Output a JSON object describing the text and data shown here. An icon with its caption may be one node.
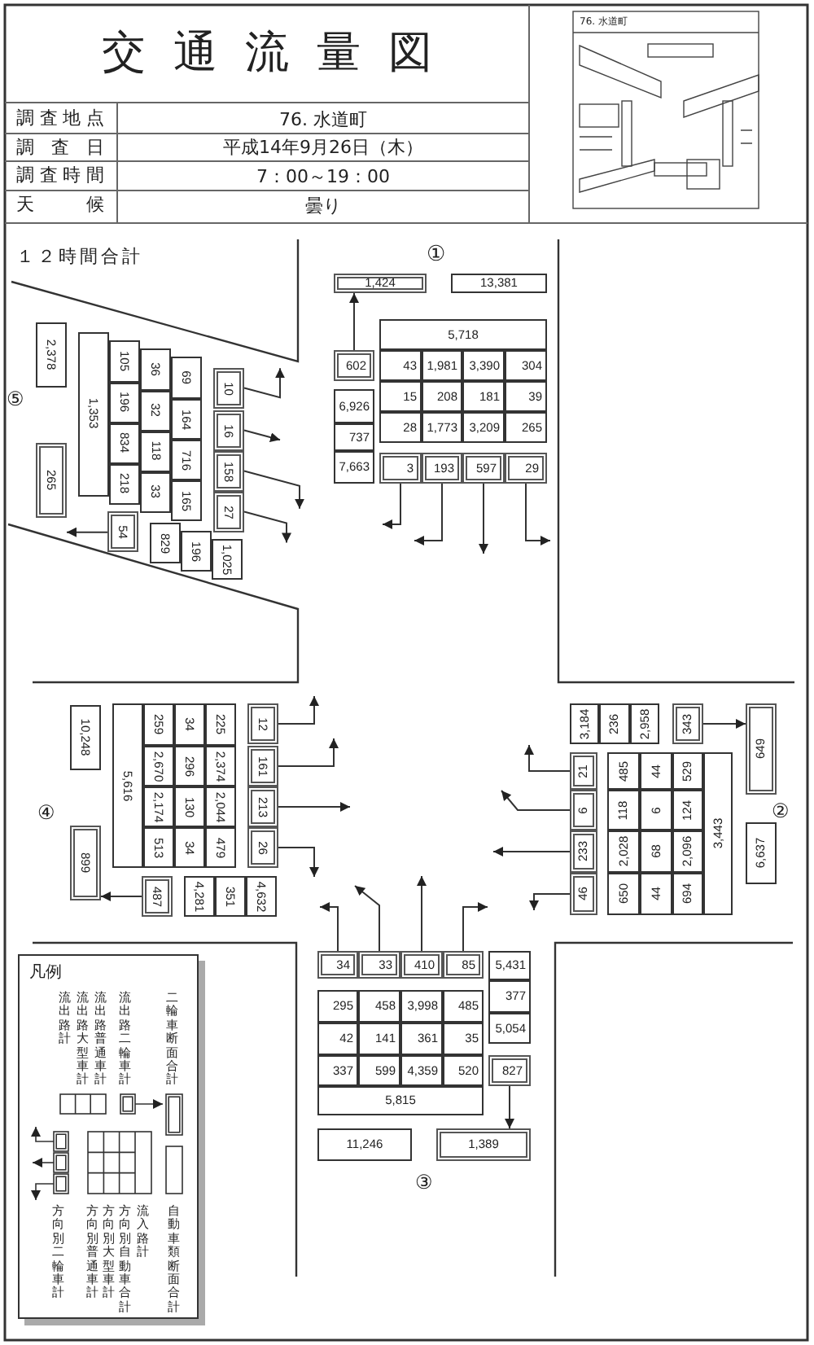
{
  "diagram": {
    "title": "交通流量図",
    "nodes": [
      {
        "text": [
          "1,424"
        ]
      },
      {
        "text": [
          "13,381"
        ]
      },
      {
        "text": [
          "5,718"
        ]
      },
      {
        "text": [
          "602"
        ]
      },
      {
        "text": [
          "43"
        ]
      },
      {
        "text": [
          "1,981"
        ]
      },
      {
        "text": [
          "3,390"
        ]
      },
      {
        "text": [
          "304"
        ]
      },
      {
        "text": [
          "6,926"
        ]
      },
      {
        "text": [
          "15"
        ]
      },
      {
        "text": [
          "208"
        ]
      },
      {
        "text": [
          "181"
        ]
      },
      {
        "text": [
          "39"
        ]
      },
      {
        "text": [
          "737"
        ]
      },
      {
        "text": [
          "28"
        ]
      },
      {
        "text": [
          "1,773"
        ]
      },
      {
        "text": [
          "3,209"
        ]
      },
      {
        "text": [
          "265"
        ]
      },
      {
        "text": [
          "7,663"
        ]
      },
      {
        "text": [
          "3"
        ]
      },
      {
        "text": [
          "193"
        ]
      },
      {
        "text": [
          "597"
        ]
      },
      {
        "text": [
          "29"
        ]
      },
      {
        "text": [
          "2,378"
        ]
      },
      {
        "text": [
          "1,353"
        ]
      },
      {
        "text": [
          "105"
        ]
      },
      {
        "text": [
          "36"
        ]
      },
      {
        "text": [
          "69"
        ]
      },
      {
        "text": [
          "10"
        ]
      },
      {
        "text": [
          "196"
        ]
      },
      {
        "text": [
          "32"
        ]
      },
      {
        "text": [
          "164"
        ]
      },
      {
        "text": [
          "16"
        ]
      },
      {
        "text": [
          "834"
        ]
      },
      {
        "text": [
          "118"
        ]
      },
      {
        "text": [
          "716"
        ]
      },
      {
        "text": [
          "158"
        ]
      },
      {
        "text": [
          "265"
        ]
      },
      {
        "text": [
          "218"
        ]
      },
      {
        "text": [
          "33"
        ]
      },
      {
        "text": [
          "165"
        ]
      },
      {
        "text": [
          "27"
        ]
      },
      {
        "text": [
          "54"
        ]
      },
      {
        "text": [
          "829"
        ]
      },
      {
        "text": [
          "196"
        ]
      },
      {
        "text": [
          "1,025"
        ]
      },
      {
        "text": [
          "10,248"
        ]
      },
      {
        "text": [
          "5,616"
        ]
      },
      {
        "text": [
          "259"
        ]
      },
      {
        "text": [
          "34"
        ]
      },
      {
        "text": [
          "225"
        ]
      },
      {
        "text": [
          "12"
        ]
      },
      {
        "text": [
          "2,670"
        ]
      },
      {
        "text": [
          "296"
        ]
      },
      {
        "text": [
          "2,374"
        ]
      },
      {
        "text": [
          "161"
        ]
      },
      {
        "text": [
          "2,174"
        ]
      },
      {
        "text": [
          "130"
        ]
      },
      {
        "text": [
          "2,044"
        ]
      },
      {
        "text": [
          "213"
        ]
      },
      {
        "text": [
          "899"
        ]
      },
      {
        "text": [
          "513"
        ]
      },
      {
        "text": [
          "34"
        ]
      },
      {
        "text": [
          "479"
        ]
      },
      {
        "text": [
          "26"
        ]
      },
      {
        "text": [
          "487"
        ]
      },
      {
        "text": [
          "4,281"
        ]
      },
      {
        "text": [
          "351"
        ]
      },
      {
        "text": [
          "4,632"
        ]
      },
      {
        "text": [
          "3,184"
        ]
      },
      {
        "text": [
          "236"
        ]
      },
      {
        "text": [
          "2,958"
        ]
      },
      {
        "text": [
          "343"
        ]
      },
      {
        "text": [
          "649"
        ]
      },
      {
        "text": [
          "21"
        ]
      },
      {
        "text": [
          "485"
        ]
      },
      {
        "text": [
          "44"
        ]
      },
      {
        "text": [
          "529"
        ]
      },
      {
        "text": [
          "3,443"
        ]
      },
      {
        "text": [
          "6"
        ]
      },
      {
        "text": [
          "118"
        ]
      },
      {
        "text": [
          "6"
        ]
      },
      {
        "text": [
          "124"
        ]
      },
      {
        "text": [
          "6,637"
        ]
      },
      {
        "text": [
          "233"
        ]
      },
      {
        "text": [
          "2,028"
        ]
      },
      {
        "text": [
          "68"
        ]
      },
      {
        "text": [
          "2,096"
        ]
      },
      {
        "text": [
          "46"
        ]
      },
      {
        "text": [
          "650"
        ]
      },
      {
        "text": [
          "44"
        ]
      },
      {
        "text": [
          "694"
        ]
      },
      {
        "text": [
          "34"
        ]
      },
      {
        "text": [
          "33"
        ]
      },
      {
        "text": [
          "410"
        ]
      },
      {
        "text": [
          "85"
        ]
      },
      {
        "text": [
          "5,431"
        ]
      },
      {
        "text": [
          "377"
        ]
      },
      {
        "text": [
          "295"
        ]
      },
      {
        "text": [
          "458"
        ]
      },
      {
        "text": [
          "3,998"
        ]
      },
      {
        "text": [
          "485"
        ]
      },
      {
        "text": [
          "5,054"
        ]
      },
      {
        "text": [
          "42"
        ]
      },
      {
        "text": [
          "141"
        ]
      },
      {
        "text": [
          "361"
        ]
      },
      {
        "text": [
          "35"
        ]
      },
      {
        "text": [
          "337"
        ]
      },
      {
        "text": [
          "599"
        ]
      },
      {
        "text": [
          "4,359"
        ]
      },
      {
        "text": [
          "520"
        ]
      },
      {
        "text": [
          "827"
        ]
      },
      {
        "text": [
          "5,815"
        ]
      },
      {
        "text": [
          "11,246"
        ]
      },
      {
        "text": [
          "1,389"
        ]
      }
    ],
    "edges": [
      {
        "from": 3,
        "to": 0,
        "arrow": "to"
      },
      {
        "from": 19,
        "to": null,
        "arrow": "to"
      },
      {
        "from": 20,
        "to": null,
        "arrow": "to"
      },
      {
        "from": 21,
        "to": null,
        "arrow": "to"
      },
      {
        "from": 22,
        "to": null,
        "arrow": "to"
      },
      {
        "from": 28,
        "to": null,
        "arrow": "to"
      },
      {
        "from": 32,
        "to": null,
        "arrow": "to"
      },
      {
        "from": 36,
        "to": null,
        "arrow": "to"
      },
      {
        "from": 41,
        "to": null,
        "arrow": "to"
      },
      {
        "from": 42,
        "to": 37,
        "arrow": "to"
      },
      {
        "from": 51,
        "to": null,
        "arrow": "to"
      },
      {
        "from": 55,
        "to": null,
        "arrow": "to"
      },
      {
        "from": 59,
        "to": null,
        "arrow": "to"
      },
      {
        "from": 64,
        "to": null,
        "arrow": "to"
      },
      {
        "from": 65,
        "to": 60,
        "arrow": "to"
      },
      {
        "from": 72,
        "to": 73,
        "arrow": "to"
      },
      {
        "from": 74,
        "to": null,
        "arrow": "to"
      },
      {
        "from": 79,
        "to": null,
        "arrow": "to"
      },
      {
        "from": 84,
        "to": null,
        "arrow": "to"
      },
      {
        "from": 88,
        "to": null,
        "arrow": "to"
      },
      {
        "from": 92,
        "to": null,
        "arrow": "to"
      },
      {
        "from": 93,
        "to": null,
        "arrow": "to"
      },
      {
        "from": 94,
        "to": null,
        "arrow": "to"
      },
      {
        "from": 95,
        "to": null,
        "arrow": "to"
      },
      {
        "from": 111,
        "to": 114,
        "arrow": "to"
      }
    ],
    "labels": [
      "調査地点",
      "76. 水道町",
      "調査日",
      "平成14年9月26日（木）",
      "調査時間",
      "7：00～19：00",
      "天候",
      "曇り",
      "76. 水道町",
      "１２時間合計",
      "①",
      "⑤",
      "④",
      "②",
      "③",
      "凡例"
    ],
    "legend": [
      {
        "text": "流出路計"
      },
      {
        "text": "流出路大型車計"
      },
      {
        "text": "流出路普通車計"
      },
      {
        "text": "流出路二輪車計"
      },
      {
        "text": "二輪車断面合計"
      },
      {
        "text": "方向別二輪車計"
      },
      {
        "text": "方向別普通車計"
      },
      {
        "text": "方向別大型車計"
      },
      {
        "text": "方向別自動車合計"
      },
      {
        "text": "流入路計"
      },
      {
        "text": "自動車類断面合計"
      }
    ]
  }
}
